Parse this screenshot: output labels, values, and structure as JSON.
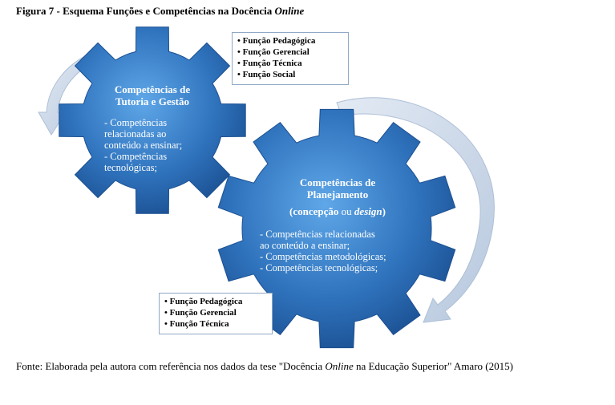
{
  "caption": {
    "prefix": "Figura 7 - Esquema Funções e Competências na Docência ",
    "emphasis": "Online"
  },
  "gear_top": {
    "title_line1": "Competências de",
    "title_line2": "Tutoria e Gestão",
    "body": [
      "- Competências",
      "relacionadas ao",
      "conteúdo a ensinar;",
      "- Competências",
      "tecnológicas;"
    ]
  },
  "gear_bottom": {
    "title_line1": "Competências de",
    "title_line2": "Planejamento",
    "subtitle_prefix": "(concepção ",
    "subtitle_or": "ou ",
    "subtitle_design": "design",
    "subtitle_suffix": ")",
    "body": [
      "- Competências relacionadas",
      "ao conteúdo a ensinar;",
      "- Competências metodológicas;",
      "- Competências tecnológicas;"
    ]
  },
  "box_top": {
    "items": [
      "• Função Pedagógica",
      "• Função Gerencial",
      "• Função Técnica",
      "• Função Social"
    ]
  },
  "box_bottom": {
    "items": [
      "• Função Pedagógica",
      "• Função Gerencial",
      "• Função Técnica"
    ]
  },
  "source": {
    "prefix": "Fonte: Elaborada pela autora com referência nos dados da tese \"Docência ",
    "emphasis": "Online",
    "suffix": " na Educação Superior\" Amaro (2015)"
  },
  "colors": {
    "gear_light": "#4f95d8",
    "gear_dark": "#1b4f91",
    "arrow": "#c5d3e6",
    "box_border": "#8fa9c6"
  }
}
